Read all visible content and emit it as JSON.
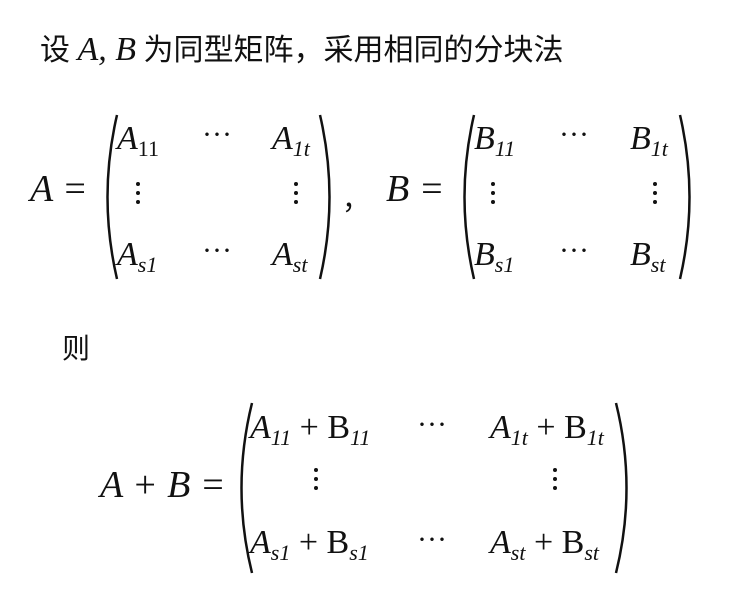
{
  "intro": {
    "prefix": "设",
    "matrices": "A, B",
    "text": "为同型矩阵，采用相同的分块法"
  },
  "matrix_A": {
    "label": "A =",
    "r1": [
      "A",
      "11",
      "···",
      "A",
      "1t"
    ],
    "r3": [
      "A",
      "s1",
      "···",
      "A",
      "st"
    ]
  },
  "separator": "，",
  "matrix_B": {
    "label": "B =",
    "r1": [
      "B",
      "11",
      "···",
      "B",
      "1t"
    ],
    "r3": [
      "B",
      "s1",
      "···",
      "B",
      "st"
    ]
  },
  "then": "则",
  "sum": {
    "label": "A + B =",
    "r1c1": [
      "A",
      "11",
      "+ B",
      "11"
    ],
    "r1dots": "···",
    "r1c3": [
      "A",
      "1t",
      "+ B",
      "1t"
    ],
    "r3c1": [
      "A",
      "s1",
      "+ B",
      "s1"
    ],
    "r3dots": "···",
    "r3c3": [
      "A",
      "st",
      "+ B",
      "st"
    ]
  }
}
